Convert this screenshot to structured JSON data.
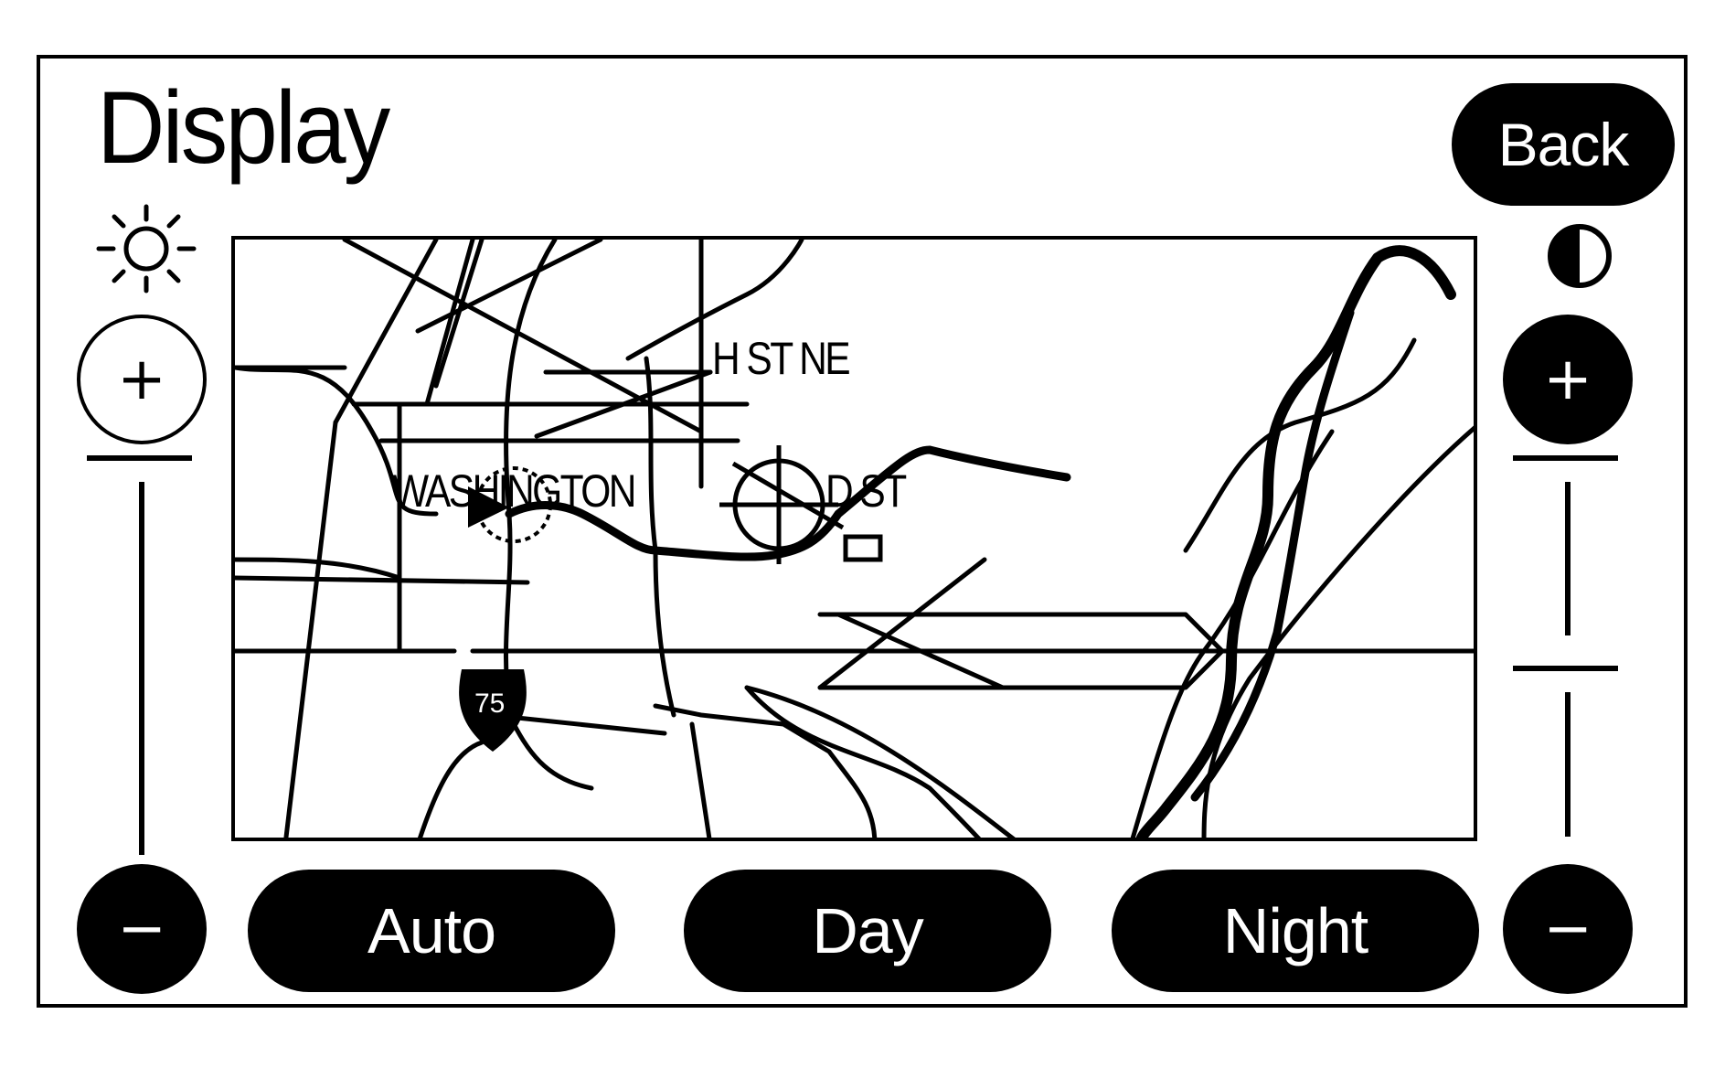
{
  "screen": {
    "title": "Display",
    "back_label": "Back"
  },
  "brightness": {
    "icon": "sun-icon",
    "increase_symbol": "+",
    "decrease_symbol": "−"
  },
  "contrast": {
    "icon": "contrast-icon",
    "increase_symbol": "+",
    "decrease_symbol": "−"
  },
  "modes": {
    "auto_label": "Auto",
    "day_label": "Day",
    "night_label": "Night"
  },
  "map": {
    "street_h": "H ST NE",
    "street_d": "D ST",
    "city": "WASHINGTON",
    "highway_shield": "75"
  }
}
